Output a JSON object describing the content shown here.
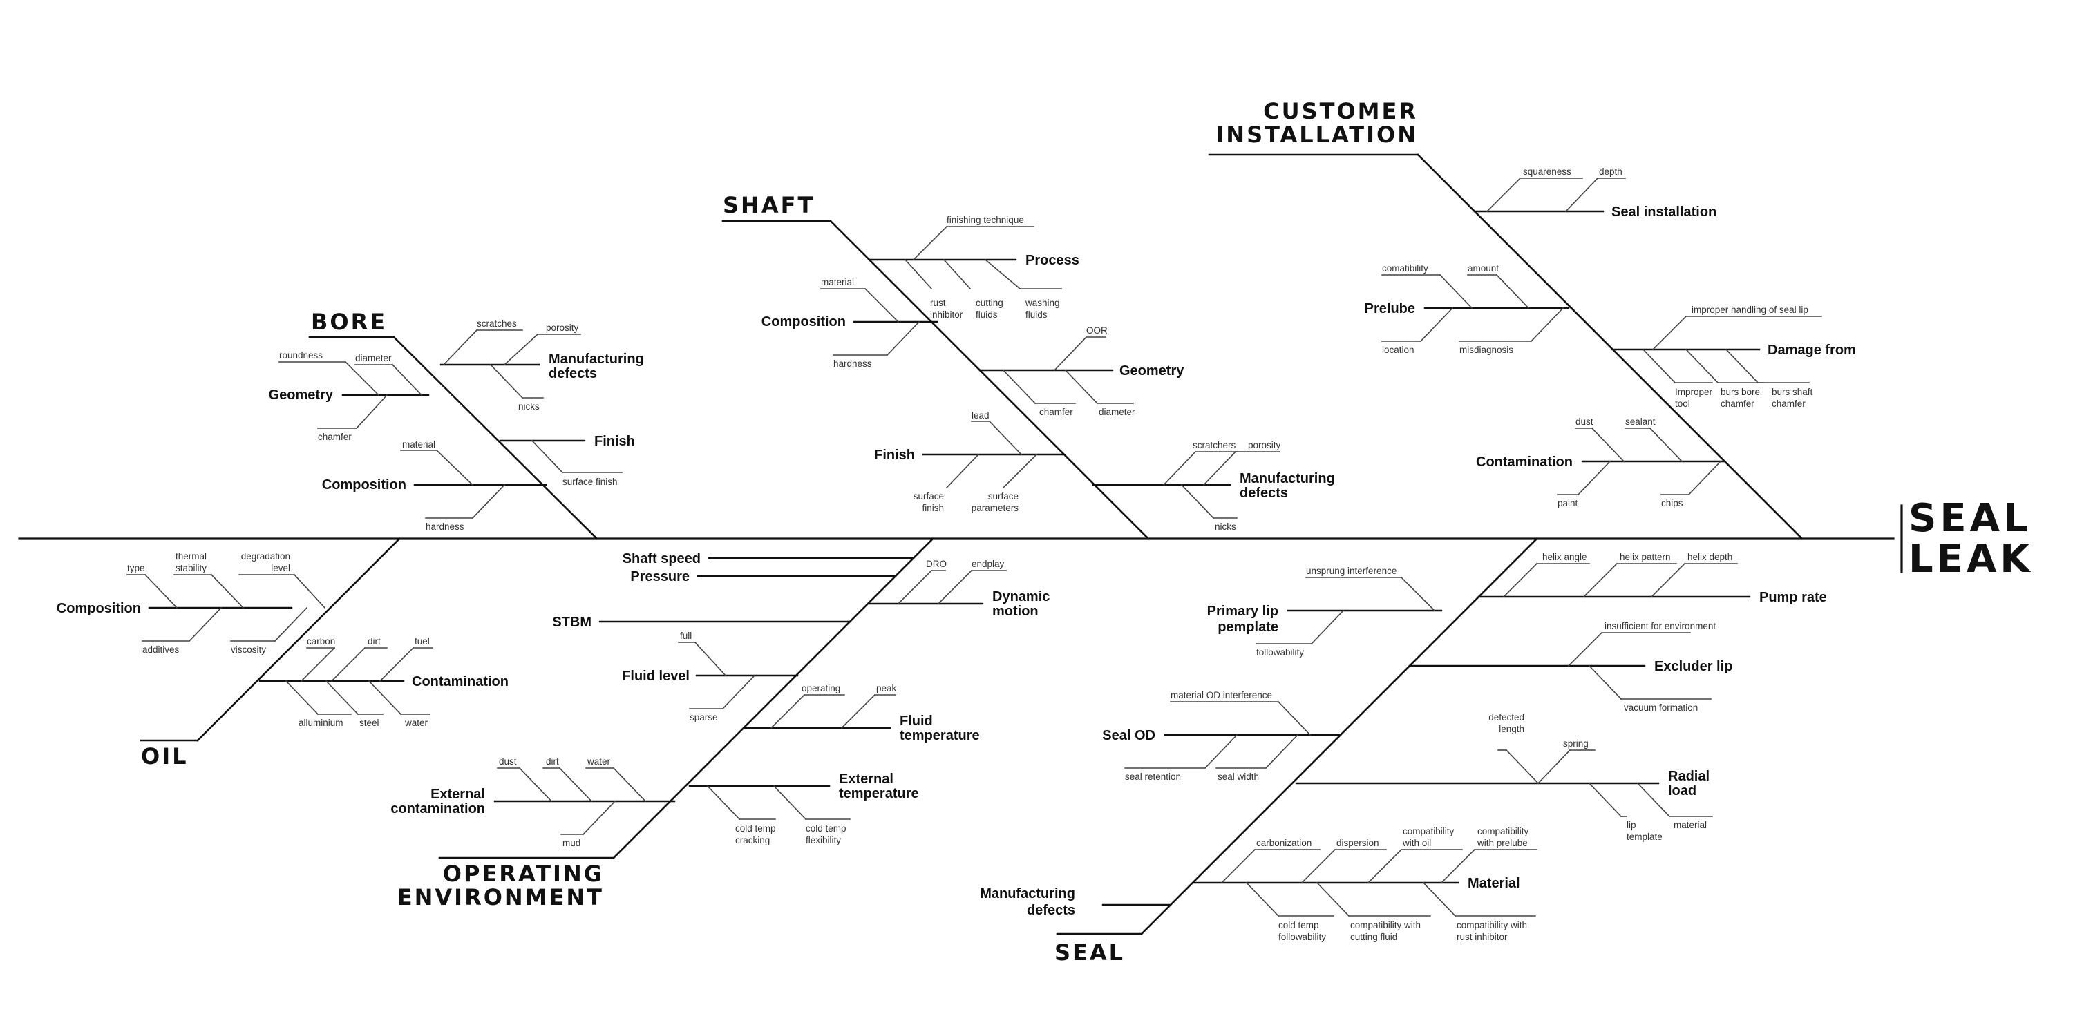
{
  "head": {
    "line1": "SEAL",
    "line2": "LEAK"
  },
  "categories": {
    "bore": "BORE",
    "shaft": "SHAFT",
    "customer_line1": "CUSTOMER",
    "customer_line2": "INSTALLATION",
    "oil": "OIL",
    "operating_line1": "OPERATING",
    "operating_line2": "ENVIRONMENT",
    "seal": "SEAL"
  },
  "bore": {
    "manufacturing_defects": [
      "Manufacturing",
      "defects"
    ],
    "scratches": "scratches",
    "porosity": "porosity",
    "nicks": "nicks",
    "geometry": "Geometry",
    "roundness": "roundness",
    "diameter": "diameter",
    "chamfer": "chamfer",
    "finish": "Finish",
    "surface_finish": "surface finish",
    "composition": "Composition",
    "material": "material",
    "hardness": "hardness"
  },
  "shaft": {
    "process": "Process",
    "finishing_technique": "finishing technique",
    "rust_inhibitor": [
      "rust",
      "inhibitor"
    ],
    "cutting_fluids": [
      "cutting",
      "fluids"
    ],
    "washing_fluids": [
      "washing",
      "fluids"
    ],
    "composition": "Composition",
    "material": "material",
    "hardness": "hardness",
    "geometry": "Geometry",
    "oor": "OOR",
    "chamfer": "chamfer",
    "diameter": "diameter",
    "finish": "Finish",
    "lead": "lead",
    "surface_finish": [
      "surface",
      "finish"
    ],
    "surface_parameters": [
      "surface",
      "parameters"
    ],
    "manufacturing_defects": [
      "Manufacturing",
      "defects"
    ],
    "scratchers": "scratchers",
    "porosity": "porosity",
    "nicks": "nicks"
  },
  "customer": {
    "seal_installation": "Seal installation",
    "squareness": "squareness",
    "depth": "depth",
    "prelube": "Prelube",
    "comatibility": "comatibility",
    "amount": "amount",
    "location": "location",
    "misdiagnosis": "misdiagnosis",
    "damage_from": "Damage from",
    "improper_handling": "improper handling of seal lip",
    "improper_tool": [
      "Improper",
      "tool"
    ],
    "burs_bore_chamfer": [
      "burs bore",
      "chamfer"
    ],
    "burs_shaft_chamfer": [
      "burs shaft",
      "chamfer"
    ],
    "contamination": "Contamination",
    "dust": "dust",
    "sealant": "sealant",
    "paint": "paint",
    "chips": "chips"
  },
  "oil": {
    "composition": "Composition",
    "type": "type",
    "thermal_stability": [
      "thermal",
      "stability"
    ],
    "degradation_level": [
      "degradation",
      "level"
    ],
    "additives": "additives",
    "viscosity": "viscosity",
    "contamination": "Contamination",
    "carbon": "carbon",
    "dirt": "dirt",
    "fuel": "fuel",
    "alluminium": "alluminium",
    "steel": "steel",
    "water": "water"
  },
  "operating": {
    "shaft_speed": "Shaft speed",
    "pressure": "Pressure",
    "stbm": "STBM",
    "dynamic_motion": [
      "Dynamic",
      "motion"
    ],
    "dro": "DRO",
    "endplay": "endplay",
    "fluid_level": "Fluid level",
    "full": "full",
    "sparse": "sparse",
    "fluid_temperature": [
      "Fluid",
      "temperature"
    ],
    "operating": "operating",
    "peak": "peak",
    "external_contamination": [
      "External",
      "contamination"
    ],
    "dust": "dust",
    "dirt": "dirt",
    "water": "water",
    "mud": "mud",
    "external_temperature": [
      "External",
      "temperature"
    ],
    "cold_temp_cracking": [
      "cold temp",
      "cracking"
    ],
    "cold_temp_flexibility": [
      "cold temp",
      "flexibility"
    ]
  },
  "seal": {
    "primary_lip": [
      "Primary lip",
      "pemplate"
    ],
    "unsprung_interference": "unsprung interference",
    "followability": "followability",
    "pump_rate": "Pump rate",
    "helix_angle": "helix angle",
    "helix_pattern": "helix pattern",
    "helix_depth": "helix depth",
    "excluder_lip": "Excluder lip",
    "insufficient": "insufficient for environment",
    "vacuum_formation": "vacuum formation",
    "seal_od": "Seal OD",
    "material_od_interference": "material OD interference",
    "seal_retention": "seal retention",
    "seal_width": "seal width",
    "radial_load": [
      "Radial",
      "load"
    ],
    "defected_length": [
      "defected",
      "length"
    ],
    "spring": "spring",
    "lip_template": [
      "lip",
      "template"
    ],
    "material_rl": "material",
    "manufacturing_defects": [
      "Manufacturing",
      "defects"
    ],
    "material": "Material",
    "carbonization": "carbonization",
    "dispersion": "dispersion",
    "compat_oil": [
      "compatibility",
      "with oil"
    ],
    "compat_prelube": [
      "compatibility",
      "with prelube"
    ],
    "cold_temp_followability": [
      "cold temp",
      "followability"
    ],
    "compat_cutting": [
      "compatibility with",
      "cutting fluid"
    ],
    "compat_rust": [
      "compatibility with",
      "rust inhibitor"
    ]
  }
}
